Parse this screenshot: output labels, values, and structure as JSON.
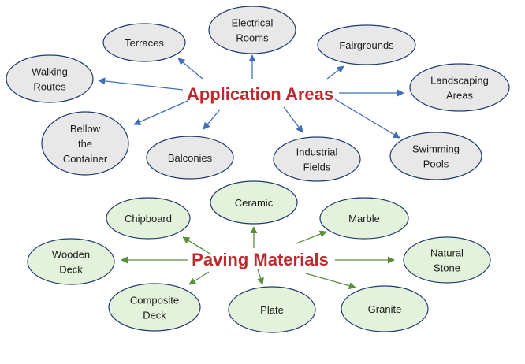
{
  "colors": {
    "hub_text": "#c0282d",
    "app_fill": "#e8e8e8",
    "app_arrow": "#3f6fb5",
    "pave_fill": "#e4f2dc",
    "pave_arrow": "#5a8f3e",
    "node_stroke": "#1f3a6e"
  },
  "application": {
    "hub": "Application Areas",
    "nodes": [
      {
        "lines": [
          "Terraces"
        ]
      },
      {
        "lines": [
          "Electrical",
          "Rooms"
        ]
      },
      {
        "lines": [
          "Fairgrounds"
        ]
      },
      {
        "lines": [
          "Walking",
          "Routes"
        ]
      },
      {
        "lines": [
          "Landscaping",
          "Areas"
        ]
      },
      {
        "lines": [
          "Bellow",
          "the",
          "Container"
        ]
      },
      {
        "lines": [
          "Balconies"
        ]
      },
      {
        "lines": [
          "Industrial",
          "Fields"
        ]
      },
      {
        "lines": [
          "Swimming",
          "Pools"
        ]
      }
    ]
  },
  "paving": {
    "hub": "Paving Materials",
    "nodes": [
      {
        "lines": [
          "Ceramic"
        ]
      },
      {
        "lines": [
          "Chipboard"
        ]
      },
      {
        "lines": [
          "Marble"
        ]
      },
      {
        "lines": [
          "Wooden",
          "Deck"
        ]
      },
      {
        "lines": [
          "Natural",
          "Stone"
        ]
      },
      {
        "lines": [
          "Composite",
          "Deck"
        ]
      },
      {
        "lines": [
          "Plate"
        ]
      },
      {
        "lines": [
          "Granite"
        ]
      }
    ]
  }
}
